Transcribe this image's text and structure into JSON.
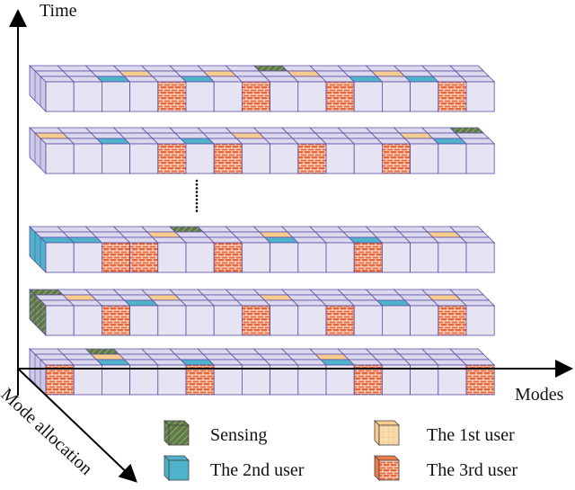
{
  "axes": {
    "time_label": "Time",
    "modes_label": "Modes",
    "mode_allocation_label": "Mode allocation"
  },
  "legend": [
    {
      "key": "sensing",
      "label": "Sensing"
    },
    {
      "key": "user1",
      "label": "The 1st user"
    },
    {
      "key": "user2",
      "label": "The 2nd user"
    },
    {
      "key": "user3",
      "label": "The 3rd user"
    }
  ],
  "colors": {
    "cell_top": "#dcd8ee",
    "cell_front": "#e6e3f3",
    "cell_side": "#cdc8e6",
    "cell_stroke": "#5a4ea0",
    "sensing": "#5f7a45",
    "user1": "#f7cc8f",
    "user2": "#4fb3cc",
    "user3": "#e8663a",
    "axis": "#000000"
  },
  "grid": {
    "columns": 16,
    "depth_rows": 3,
    "layers": [
      {
        "top": [
          {
            "row": 0,
            "col": 8,
            "type": "sensing"
          },
          {
            "row": 1,
            "col": 3,
            "type": "user1"
          },
          {
            "row": 1,
            "col": 6,
            "type": "user1"
          },
          {
            "row": 1,
            "col": 9,
            "type": "user1"
          },
          {
            "row": 1,
            "col": 12,
            "type": "user1"
          },
          {
            "row": 2,
            "col": 2,
            "type": "user2"
          },
          {
            "row": 2,
            "col": 5,
            "type": "user2"
          },
          {
            "row": 2,
            "col": 11,
            "type": "user2"
          },
          {
            "row": 2,
            "col": 13,
            "type": "user2"
          }
        ],
        "front": [
          {
            "col": 4,
            "type": "user3"
          },
          {
            "col": 7,
            "type": "user3"
          },
          {
            "col": 10,
            "type": "user3"
          },
          {
            "col": 14,
            "type": "user3"
          }
        ]
      },
      {
        "top": [
          {
            "row": 0,
            "col": 15,
            "type": "sensing"
          },
          {
            "row": 1,
            "col": 0,
            "type": "user1"
          },
          {
            "row": 1,
            "col": 7,
            "type": "user1"
          },
          {
            "row": 1,
            "col": 13,
            "type": "user1"
          },
          {
            "row": 2,
            "col": 2,
            "type": "user2"
          },
          {
            "row": 2,
            "col": 5,
            "type": "user2"
          },
          {
            "row": 2,
            "col": 14,
            "type": "user2"
          }
        ],
        "front": [
          {
            "col": 4,
            "type": "user3"
          },
          {
            "col": 6,
            "type": "user3"
          },
          {
            "col": 9,
            "type": "user3"
          },
          {
            "col": 12,
            "type": "user3"
          }
        ]
      },
      {
        "top": [
          {
            "row": 0,
            "col": 5,
            "type": "sensing"
          },
          {
            "row": 1,
            "col": 4,
            "type": "user1"
          },
          {
            "row": 1,
            "col": 8,
            "type": "user1"
          },
          {
            "row": 1,
            "col": 14,
            "type": "user1"
          },
          {
            "row": 2,
            "col": 0,
            "type": "user2"
          },
          {
            "row": 2,
            "col": 1,
            "type": "user2"
          },
          {
            "row": 2,
            "col": 8,
            "type": "user2"
          },
          {
            "row": 2,
            "col": 11,
            "type": "user2"
          }
        ],
        "front": [
          {
            "col": 2,
            "type": "user3"
          },
          {
            "col": 3,
            "type": "user3"
          },
          {
            "col": 6,
            "type": "user3"
          },
          {
            "col": 11,
            "type": "user3"
          }
        ],
        "side": "user2"
      },
      {
        "top": [
          {
            "row": 0,
            "col": 0,
            "type": "sensing"
          },
          {
            "row": 1,
            "col": 1,
            "type": "user1"
          },
          {
            "row": 1,
            "col": 4,
            "type": "user1"
          },
          {
            "row": 1,
            "col": 8,
            "type": "user1"
          },
          {
            "row": 1,
            "col": 14,
            "type": "user1"
          },
          {
            "row": 2,
            "col": 3,
            "type": "user2"
          },
          {
            "row": 2,
            "col": 12,
            "type": "user2"
          }
        ],
        "front": [
          {
            "col": 2,
            "type": "user3"
          },
          {
            "col": 7,
            "type": "user3"
          },
          {
            "col": 10,
            "type": "user3"
          },
          {
            "col": 14,
            "type": "user3"
          }
        ],
        "side": "sensing"
      },
      {
        "top": [
          {
            "row": 0,
            "col": 2,
            "type": "sensing"
          },
          {
            "row": 1,
            "col": 2,
            "type": "user1"
          },
          {
            "row": 1,
            "col": 10,
            "type": "user1"
          },
          {
            "row": 2,
            "col": 2,
            "type": "user2"
          },
          {
            "row": 2,
            "col": 5,
            "type": "user2"
          },
          {
            "row": 2,
            "col": 10,
            "type": "user2"
          }
        ],
        "front": [
          {
            "col": 0,
            "type": "user3"
          },
          {
            "col": 5,
            "type": "user3"
          },
          {
            "col": 11,
            "type": "user3"
          },
          {
            "col": 15,
            "type": "user3"
          }
        ]
      }
    ]
  }
}
